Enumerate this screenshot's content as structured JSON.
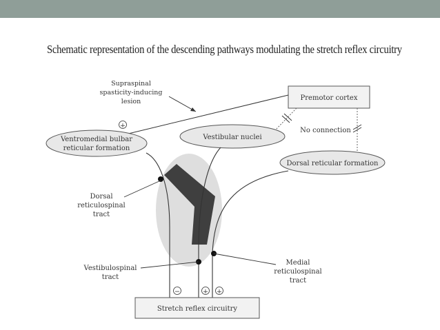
{
  "slide": {
    "title": "Schematic representation of the descending pathways modulating the stretch reflex circuitry"
  },
  "diagram": {
    "lesion_label": [
      "Supraspinal",
      "spasticity-inducing",
      "lesion"
    ],
    "premotor_cortex": "Premotor cortex",
    "ventromedial_bulbar": [
      "Ventromedial bulbar",
      "reticular formation"
    ],
    "vestibular_nuclei": "Vestibular nuclei",
    "dorsal_reticular_formation": "Dorsal reticular formation",
    "no_connection": "No connection",
    "dorsal_reticulospinal_tract": [
      "Dorsal",
      "reticulospinal",
      "tract"
    ],
    "vestibulospinal_tract": [
      "Vestibulospinal",
      "tract"
    ],
    "medial_reticulospinal_tract": [
      "Medial",
      "reticulospinal",
      "tract"
    ],
    "stretch_reflex_circuitry": "Stretch reflex circuitry",
    "signs": {
      "plus": "+",
      "minus": "−"
    }
  }
}
